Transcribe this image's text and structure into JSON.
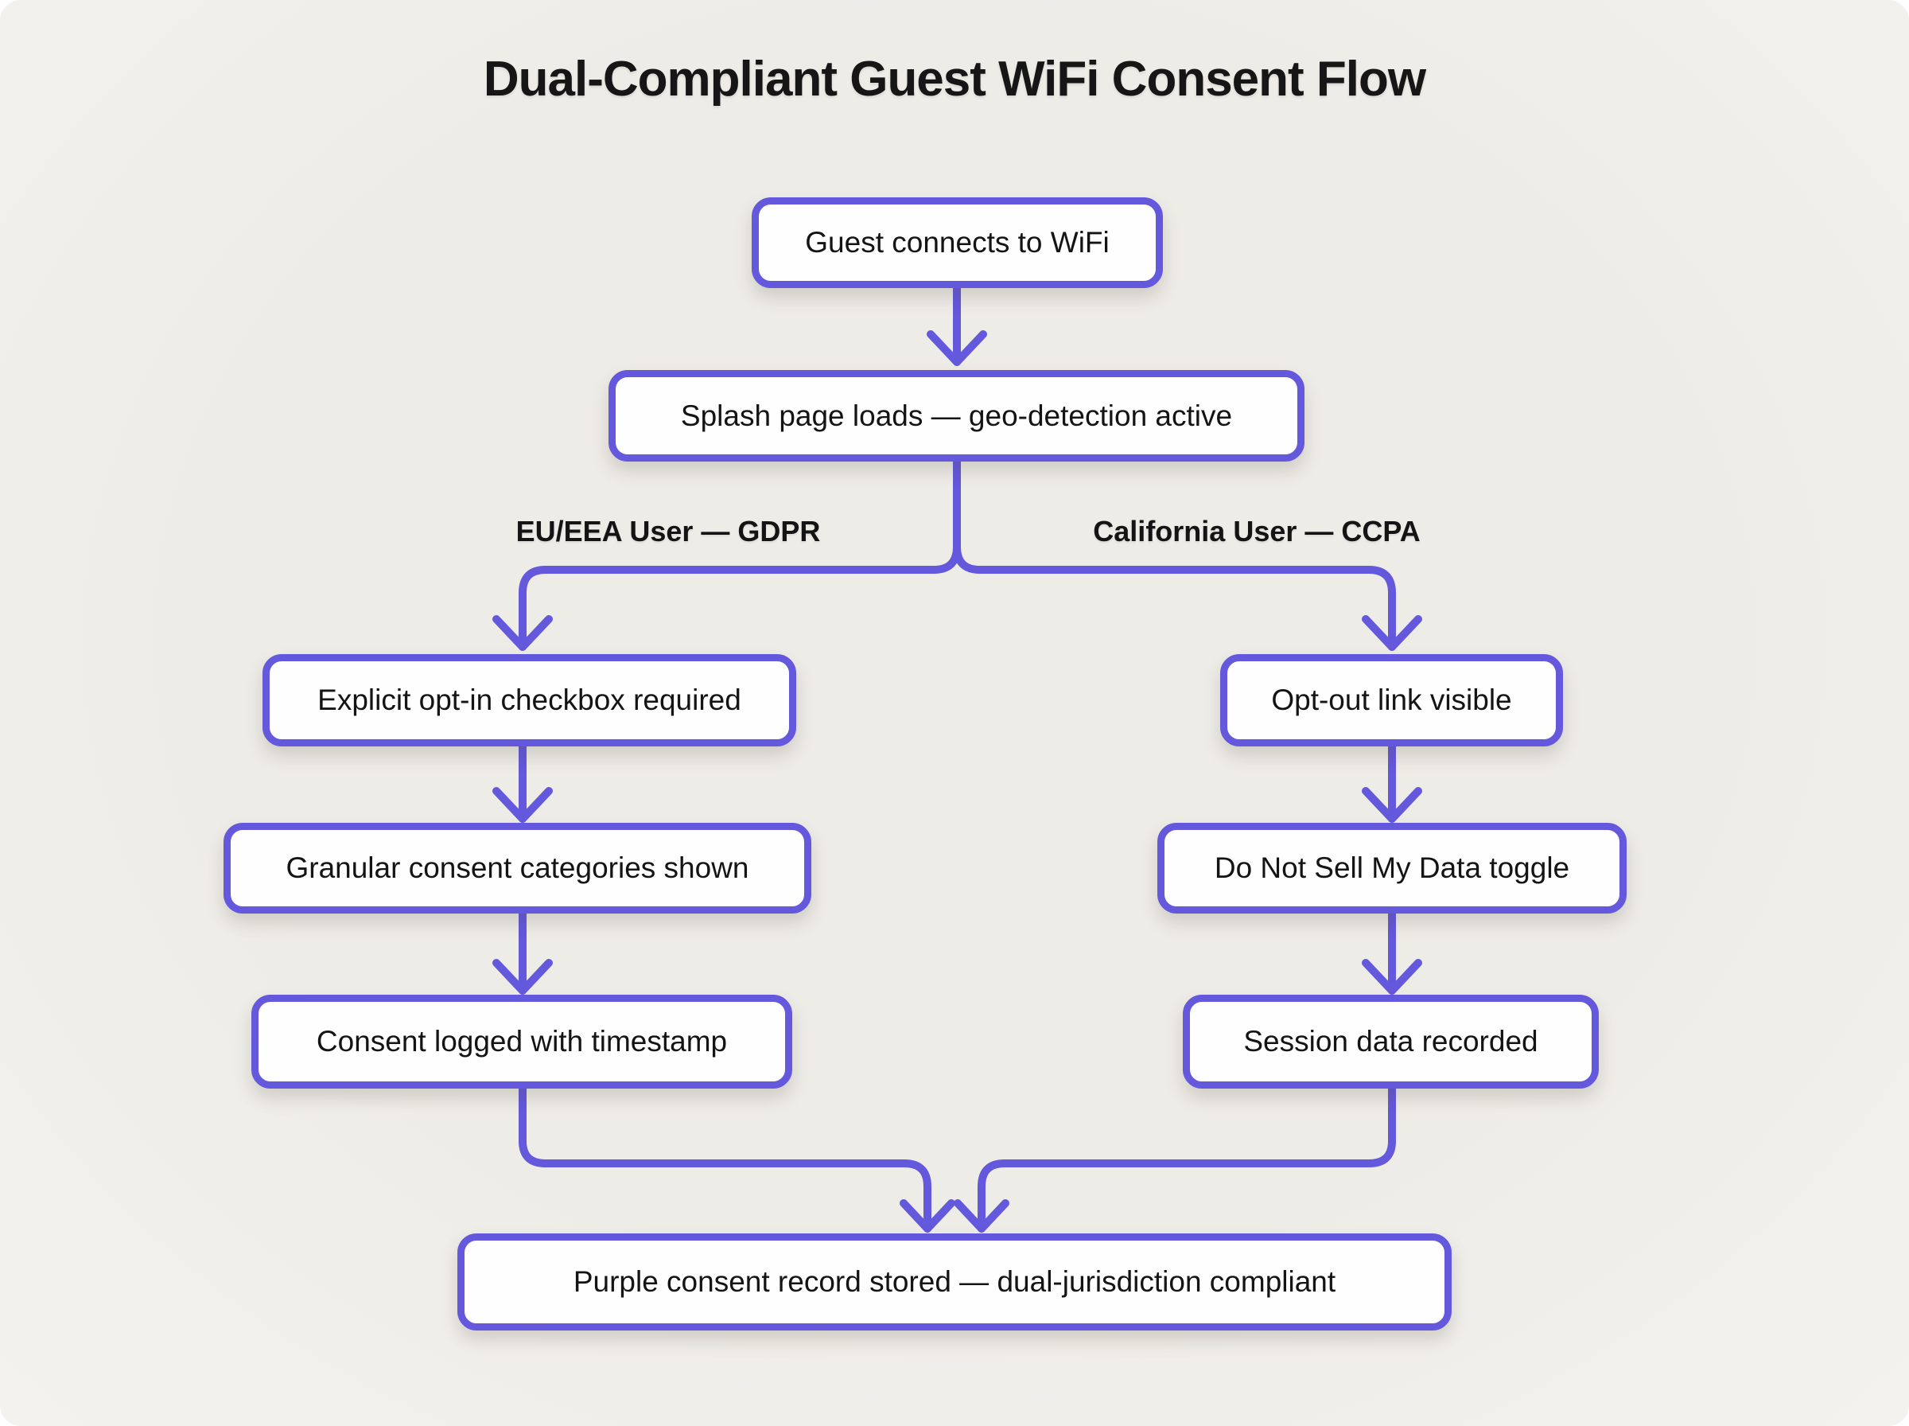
{
  "title": "Dual-Compliant Guest WiFi Consent Flow",
  "branch_labels": {
    "left": "EU/EEA User — GDPR",
    "right": "California User — CCPA"
  },
  "nodes": {
    "start": "Guest connects to WiFi",
    "splash": "Splash page loads — geo-detection active",
    "eu_step1": "Explicit opt-in checkbox required",
    "eu_step2": "Granular consent categories shown",
    "eu_step3": "Consent logged with timestamp",
    "ca_step1": "Opt-out link visible",
    "ca_step2": "Do Not Sell My Data toggle",
    "ca_step3": "Session data recorded",
    "merge": "Purple consent record stored — dual-jurisdiction compliant"
  },
  "colors": {
    "accent_purple": "#6458DC",
    "node_fill": "#FEFEFE",
    "background": "#F0EEE9",
    "text": "#141414"
  }
}
